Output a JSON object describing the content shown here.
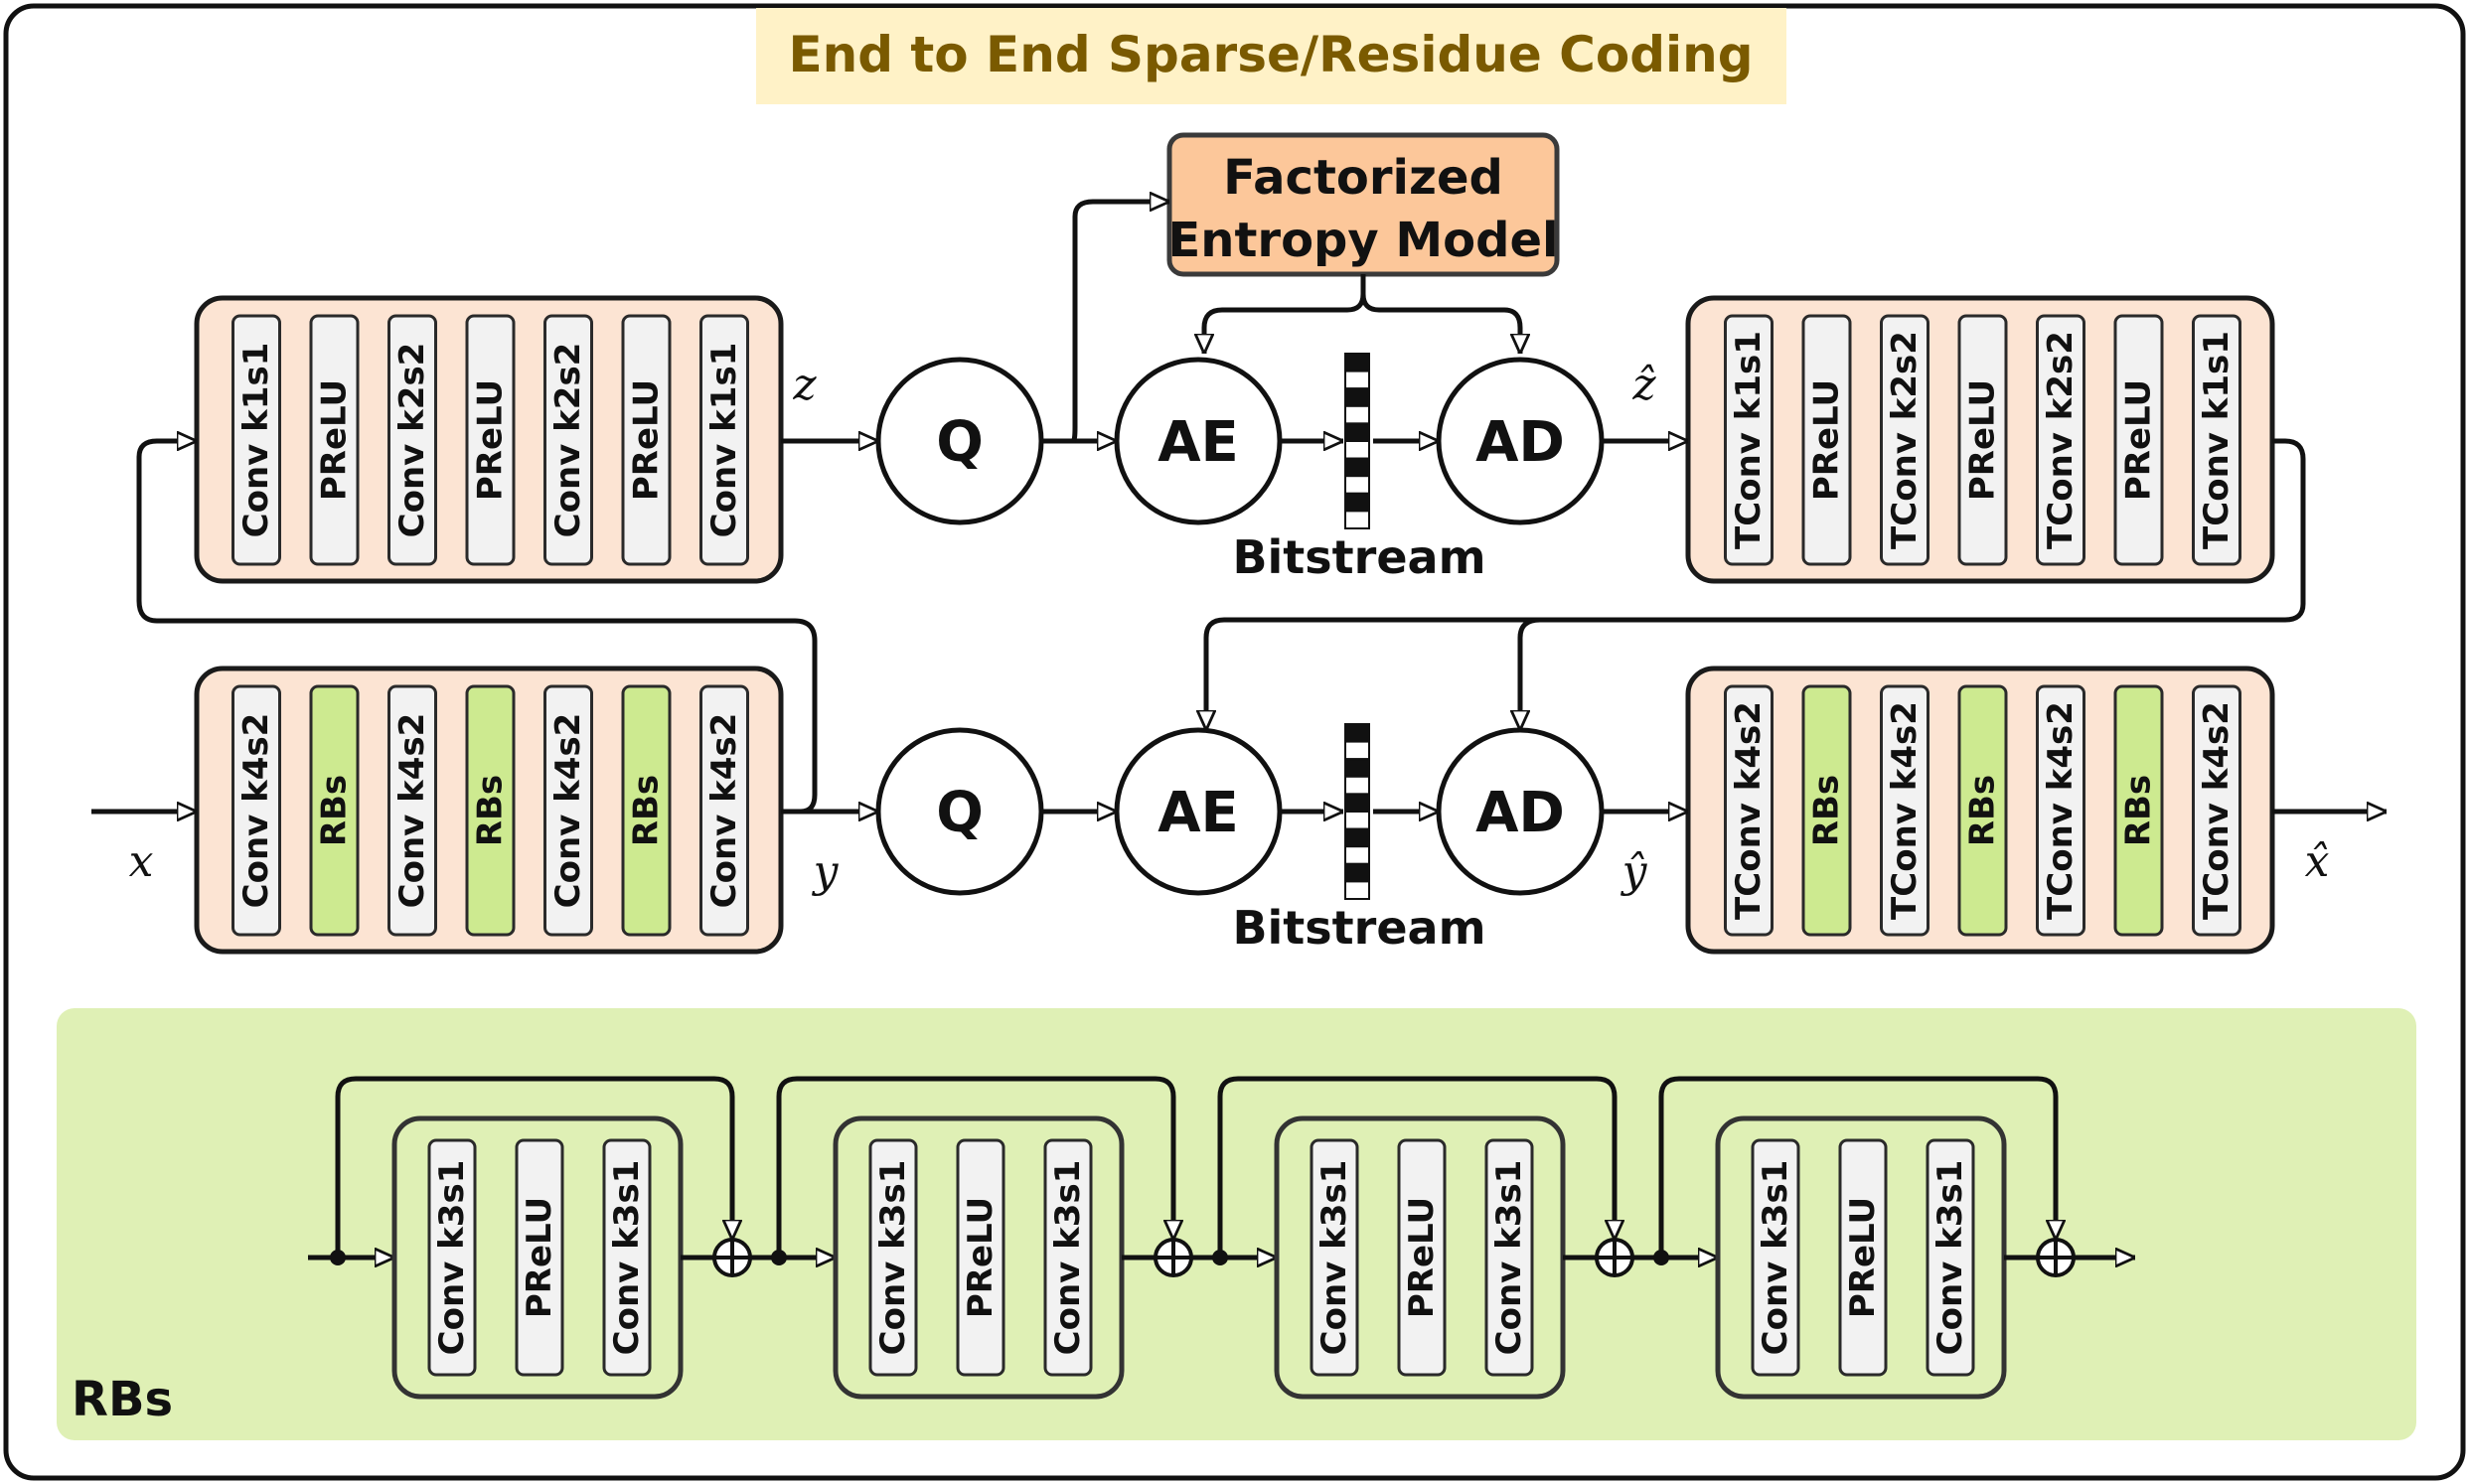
{
  "title": "End to End Sparse/Residue Coding",
  "entropy_model": {
    "line1": "Factorized",
    "line2": "Entropy Model"
  },
  "blocks": {
    "quantizer": "Q",
    "encoder": "AE",
    "decoder": "AD"
  },
  "bitstream_label": "Bitstream",
  "hyper_encoder": [
    "Conv k1s1",
    "PReLU",
    "Conv k2s2",
    "PReLU",
    "Conv k2s2",
    "PReLU",
    "Conv k1s1"
  ],
  "hyper_decoder": [
    "TConv k1s1",
    "PReLU",
    "TConv k2s2",
    "PReLU",
    "TConv k2s2",
    "PReLU",
    "TConv k1s1"
  ],
  "main_encoder": [
    "Conv k4s2",
    "RBs",
    "Conv k4s2",
    "RBs",
    "Conv k4s2",
    "RBs",
    "Conv k4s2"
  ],
  "main_decoder": [
    "TConv k4s2",
    "RBs",
    "TConv k4s2",
    "RBs",
    "TConv k4s2",
    "RBs",
    "TConv k4s2"
  ],
  "signals": {
    "x": "x",
    "y": "y",
    "z": "z",
    "z_hat": "ẑ",
    "y_hat": "ŷ",
    "x_hat": "x̂"
  },
  "rbs_panel": {
    "label": "RBs",
    "units": [
      [
        "Conv k3s1",
        "PReLU",
        "Conv k3s1"
      ],
      [
        "Conv k3s1",
        "PReLU",
        "Conv k3s1"
      ],
      [
        "Conv k3s1",
        "PReLU",
        "Conv k3s1"
      ],
      [
        "Conv k3s1",
        "PReLU",
        "Conv k3s1"
      ]
    ]
  },
  "colors": {
    "title_bg": "#FFF2C7",
    "title_text": "#7A5A00",
    "module_fill": "#FCE4D3",
    "entropy_fill": "#FCC79A",
    "layer_fill": "#F2F2F2",
    "rb_layer_fill": "#CDEA90",
    "panel_fill": "#DFF0B5",
    "stroke": "#1A1A1A"
  }
}
